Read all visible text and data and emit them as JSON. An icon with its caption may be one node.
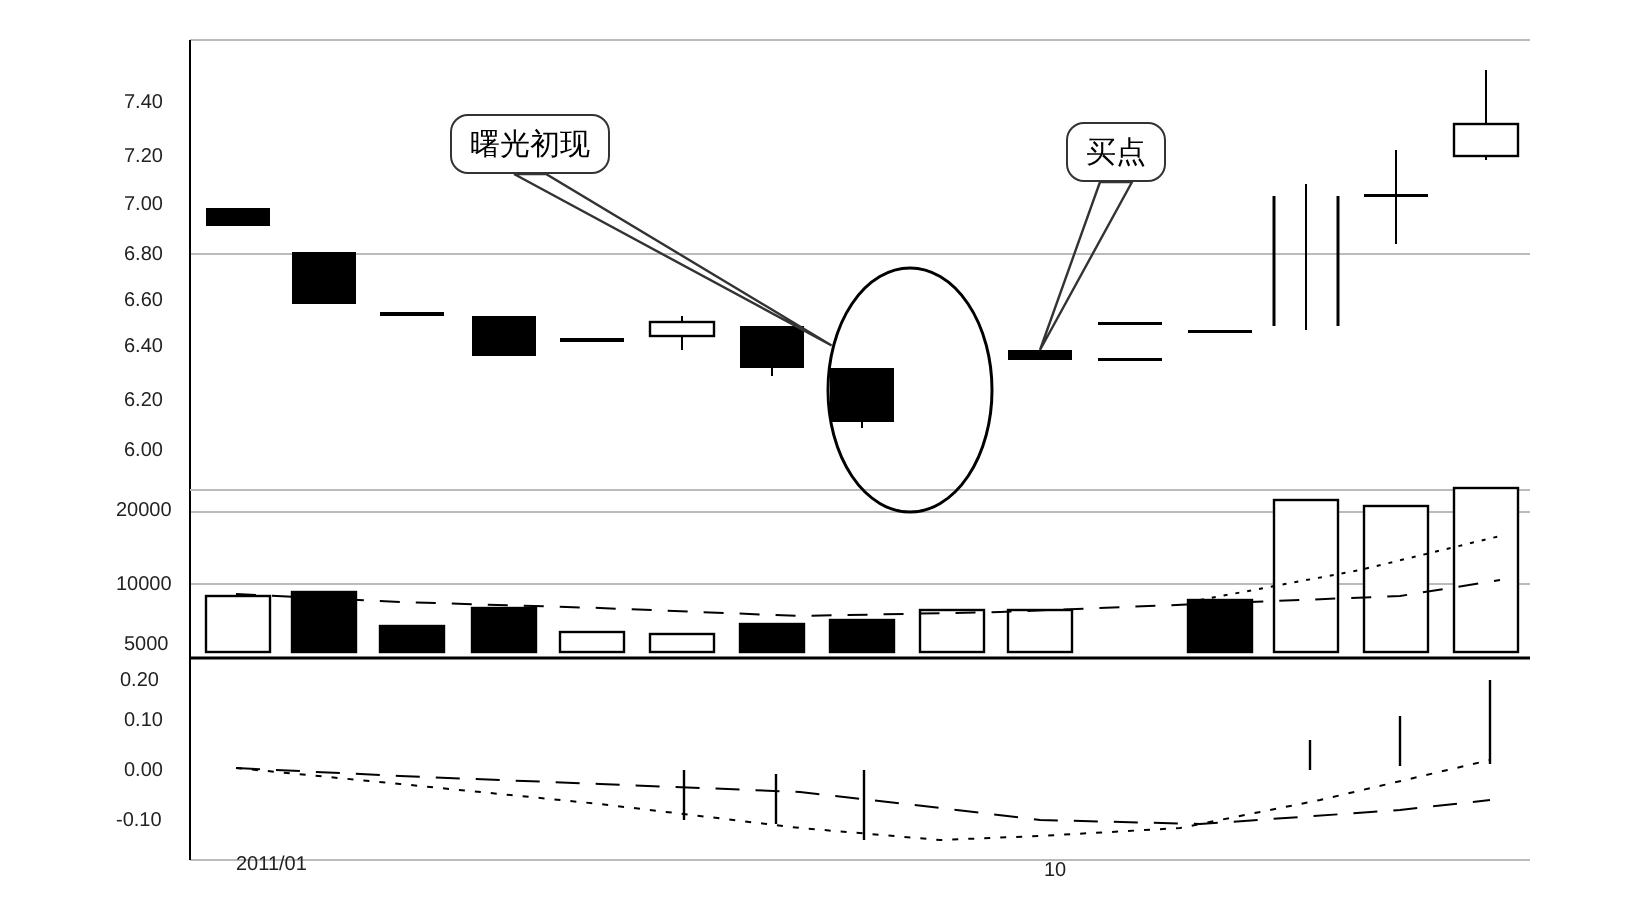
{
  "diagram": {
    "nodes": [
      {
        "text": [
          "曙光初现"
        ]
      },
      {
        "text": [],
        "shape": "circle"
      },
      {
        "text": [
          "买点"
        ]
      },
      {
        "text": [],
        "shape": "bar"
      }
    ],
    "edges": [
      {
        "from": 0,
        "to": 1,
        "arrow": "none"
      },
      {
        "from": 2,
        "to": 3,
        "arrow": "none"
      }
    ],
    "labels": [
      "7.40",
      "7.20",
      "7.00",
      "6.80",
      "6.60",
      "6.40",
      "6.20",
      "6.00",
      "20000",
      "10000",
      "5000",
      "0.20",
      "0.10",
      "0.00",
      "-0.10",
      "2011/01",
      "10"
    ]
  }
}
